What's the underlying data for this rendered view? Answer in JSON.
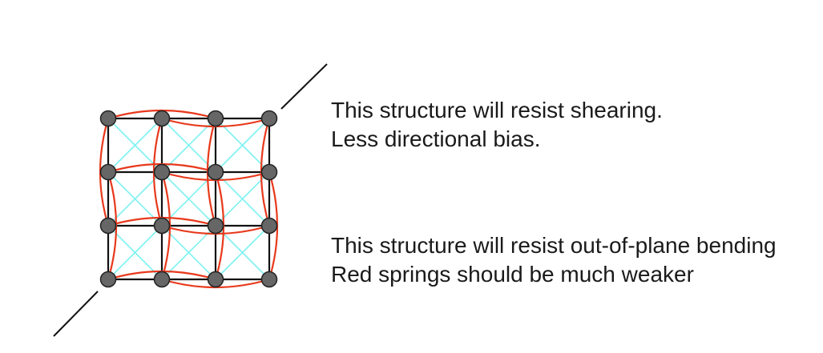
{
  "diagram": {
    "grid_rows": 4,
    "grid_cols": 4,
    "colors": {
      "structural_spring": "#111111",
      "shear_spring": "#7ef2f2",
      "bending_spring": "#e8391c",
      "node_fill": "#666666",
      "node_stroke": "#222222",
      "cut_line": "#111111"
    }
  },
  "captions": {
    "shear": {
      "line1": "This structure will resist shearing.",
      "line2": "Less directional bias."
    },
    "bending": {
      "line1": "This structure will resist out-of-plane bending",
      "line2": "Red springs should be much weaker"
    }
  }
}
